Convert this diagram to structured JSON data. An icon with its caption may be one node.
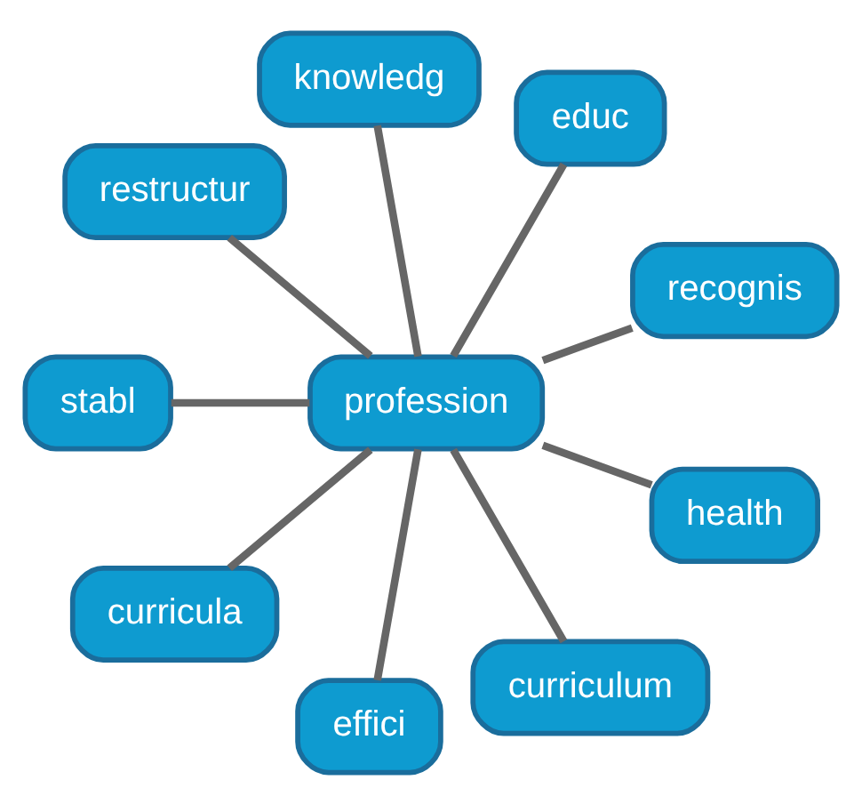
{
  "diagram": {
    "nodes": [
      {
        "text": [
          "recognis"
        ]
      },
      {
        "text": [
          "educ"
        ]
      },
      {
        "text": [
          "knowledg"
        ]
      },
      {
        "text": [
          "restructur"
        ]
      },
      {
        "text": [
          "stabl"
        ]
      },
      {
        "text": [
          "profession"
        ]
      },
      {
        "text": [
          "curricula"
        ]
      },
      {
        "text": [
          "effici"
        ]
      },
      {
        "text": [
          "curriculum"
        ]
      },
      {
        "text": [
          "health"
        ]
      }
    ],
    "edges": [
      {
        "from": 5,
        "to": 0,
        "arrow": "none"
      },
      {
        "from": 5,
        "to": 1,
        "arrow": "none"
      },
      {
        "from": 5,
        "to": 2,
        "arrow": "none"
      },
      {
        "from": 5,
        "to": 3,
        "arrow": "none"
      },
      {
        "from": 5,
        "to": 4,
        "arrow": "none"
      },
      {
        "from": 5,
        "to": 6,
        "arrow": "none"
      },
      {
        "from": 5,
        "to": 7,
        "arrow": "none"
      },
      {
        "from": 5,
        "to": 8,
        "arrow": "none"
      },
      {
        "from": 5,
        "to": 9,
        "arrow": "none"
      }
    ]
  }
}
